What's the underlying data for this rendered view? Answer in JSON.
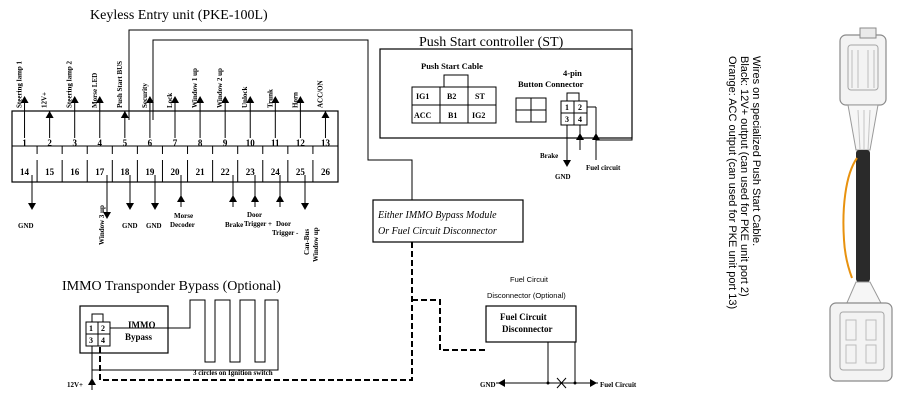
{
  "pke": {
    "title": "Keyless Entry unit (PKE-100L)",
    "top_labels": [
      "Steering lamp 1",
      "12V+",
      "Steering lamp 2",
      "Morse LED",
      "Push Start BUS",
      "Security",
      "Lock",
      "Window 1 up",
      "Window 2 up",
      "Unlock",
      "Trunk",
      "Horn",
      "ACC/ON"
    ],
    "pins_top": [
      "1",
      "2",
      "3",
      "4",
      "5",
      "6",
      "7",
      "8",
      "9",
      "10",
      "11",
      "12",
      "13"
    ],
    "pins_bottom": [
      "14",
      "15",
      "16",
      "17",
      "18",
      "19",
      "20",
      "21",
      "22",
      "23",
      "24",
      "25",
      "26"
    ],
    "bottom_labels": {
      "gnd": "GND",
      "window3": "Window 3 up",
      "gnd2": "GND",
      "gnd3": "GND",
      "morse_decoder": "Morse Decoder",
      "brake": "Brake",
      "door_trigger_plus": "Door Trigger +",
      "door_trigger_minus": "Door Trigger -",
      "canbus": "Can-Bus Window up"
    }
  },
  "st": {
    "title": "Push Start controller (ST)",
    "cable_title": "Push Start Cable",
    "cable_cells": [
      "IG1",
      "B2",
      "ST",
      "ACC",
      "B1",
      "IG2"
    ],
    "button_connector": "Button  Connector",
    "four_pin": "4-pin",
    "pins": [
      "1",
      "2",
      "3",
      "4"
    ],
    "brake": "Brake",
    "gnd": "GND",
    "fuel_circuit": "Fuel circuit"
  },
  "either_note": "Either IMMO Bypass Module Or Fuel Circuit Disconnector",
  "either_note_line1": "Either IMMO Bypass Module",
  "either_note_line2": "Or Fuel Circuit Disconnector",
  "immo": {
    "title": "IMMO Transponder Bypass (Optional)",
    "box_label_1": "IMMO",
    "box_label_2": "Bypass",
    "pins": [
      "1",
      "2",
      "3",
      "4"
    ],
    "coil_caption": "3 circles on Ignition switch",
    "v12": "12V+"
  },
  "fuel": {
    "title_line1": "Fuel Circuit",
    "title_line2": "Disconnector (Optional)",
    "box_line1": "Fuel Circuit",
    "box_line2": "Disconnector",
    "gnd": "GND",
    "circuit": "Fuel Circuit"
  },
  "cable_photo": {
    "caption_line1": "Wires on specialized Push Start Cable.",
    "caption_line2": "Black: 12V+ output (can used for PKE unit port 2)",
    "caption_line3": "Orange: ACC output (can used for PKE unit port 13)"
  },
  "colors": {
    "wire_orange": "#E8920F",
    "cable_black": "#2a2a2a"
  }
}
